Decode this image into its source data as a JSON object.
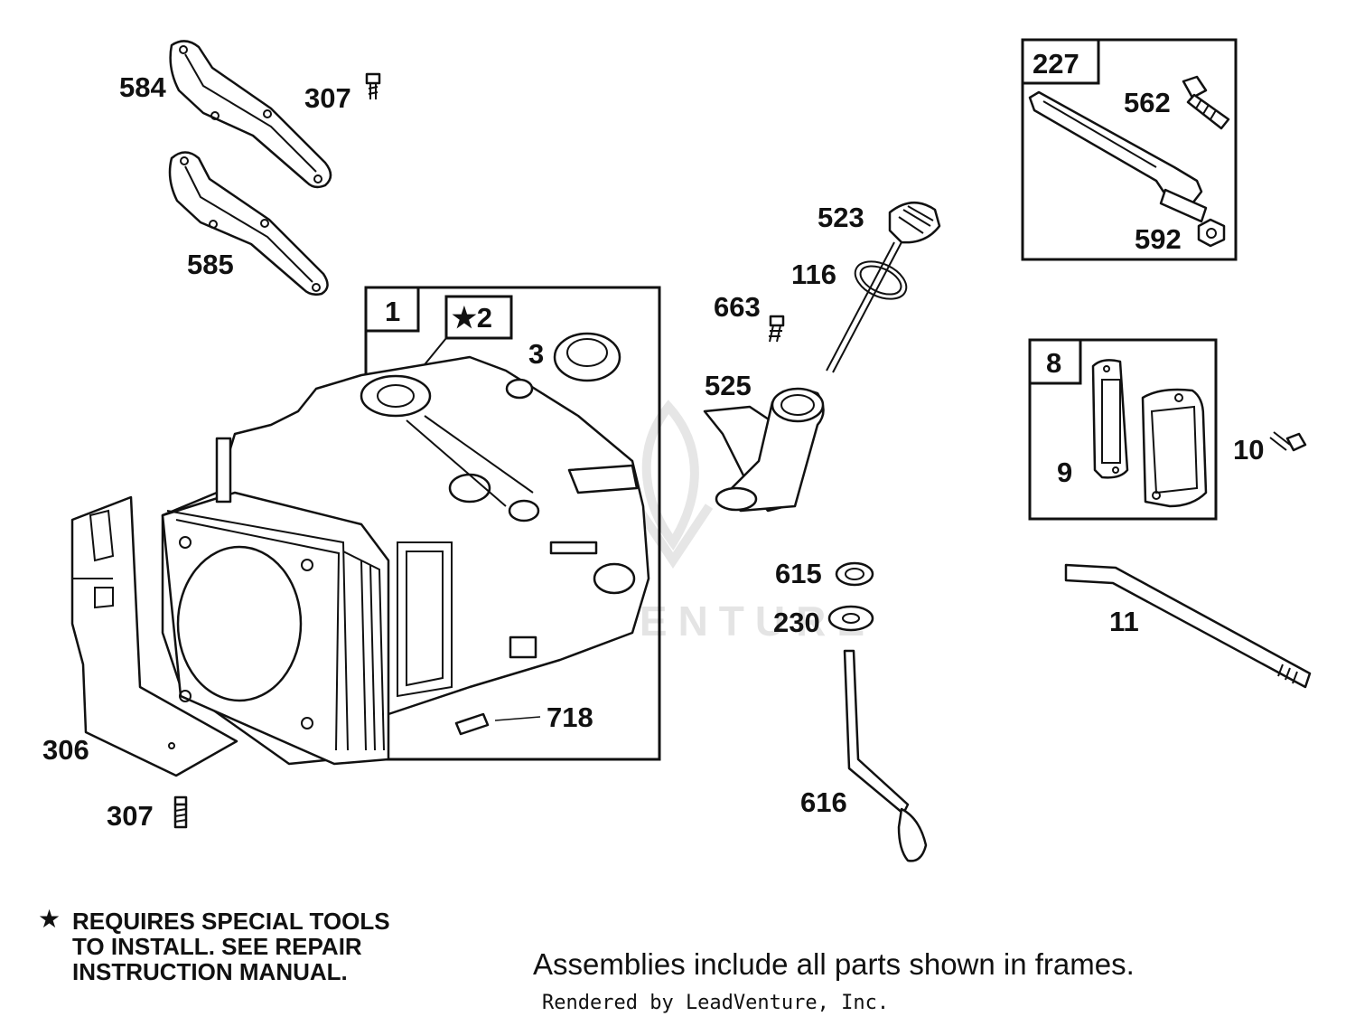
{
  "watermark": "LEADVENTURE",
  "frames": {
    "f1": "1",
    "f2": "★2",
    "f227": "227",
    "f8": "8"
  },
  "parts": {
    "p584": "584",
    "p307a": "307",
    "p585": "585",
    "p3": "3",
    "p306": "306",
    "p307b": "307",
    "p718": "718",
    "p523": "523",
    "p116": "116",
    "p663": "663",
    "p525": "525",
    "p562": "562",
    "p592": "592",
    "p9": "9",
    "p10": "10",
    "p615": "615",
    "p230": "230",
    "p11": "11",
    "p616": "616"
  },
  "footer": {
    "star": "★",
    "note_line1": "REQUIRES SPECIAL TOOLS",
    "note_line2": "TO INSTALL.  SEE REPAIR",
    "note_line3": "INSTRUCTION MANUAL.",
    "caption": "Assemblies include all parts shown in frames.",
    "credit": "Rendered by LeadVenture, Inc."
  }
}
